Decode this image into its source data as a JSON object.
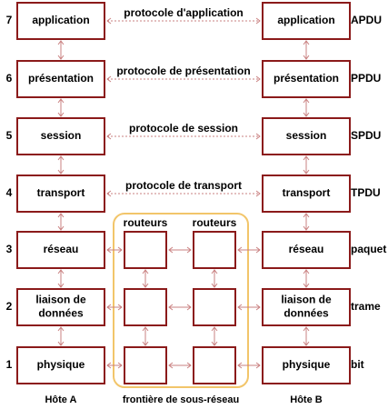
{
  "layers": [
    {
      "number": "7",
      "host_a": "application",
      "host_b": "application",
      "protocol": "protocole d'application",
      "pdu": "APDU"
    },
    {
      "number": "6",
      "host_a": "présentation",
      "host_b": "présentation",
      "protocol": "protocole de présentation",
      "pdu": "PPDU"
    },
    {
      "number": "5",
      "host_a": "session",
      "host_b": "session",
      "protocol": "protocole de session",
      "pdu": "SPDU"
    },
    {
      "number": "4",
      "host_a": "transport",
      "host_b": "transport",
      "protocol": "protocole de transport",
      "pdu": "TPDU"
    },
    {
      "number": "3",
      "host_a": "réseau",
      "host_b": "réseau",
      "protocol": "",
      "pdu": "paquet"
    },
    {
      "number": "2",
      "host_a": "liaison de\ndonnées",
      "host_b": "liaison de\ndonnées",
      "protocol": "",
      "pdu": "trame"
    },
    {
      "number": "1",
      "host_a": "physique",
      "host_b": "physique",
      "protocol": "",
      "pdu": "bit"
    }
  ],
  "routers": {
    "label_left": "routeurs",
    "label_right": "routeurs"
  },
  "footer": {
    "host_a": "Hôte A",
    "subnet": "frontière de sous-réseau",
    "host_b": "Hôte B"
  },
  "colors": {
    "box_border": "#8b1a1a",
    "connector": "#c98080",
    "subnet_boundary": "#f2c56a"
  }
}
